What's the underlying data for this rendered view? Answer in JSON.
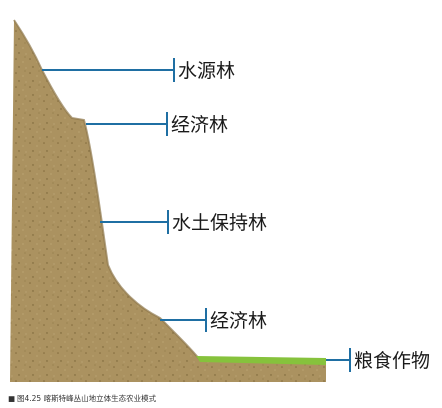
{
  "labels": {
    "water_source_forest": "水源林",
    "economic_forest_upper": "经济林",
    "soil_water_conservation_forest": "水土保持林",
    "economic_forest_lower": "经济林",
    "grain_crops": "粮食作物"
  },
  "caption": {
    "marker": "■",
    "text": "图4.25  喀斯特峰丛山地立体生态农业模式"
  },
  "colors": {
    "mountain_fill": "#ab9260",
    "mountain_shadow": "#8f784b",
    "crop_strip": "#86c23c",
    "leader_line": "#1f6fa3",
    "caption_marker": "#3d8fd1"
  }
}
